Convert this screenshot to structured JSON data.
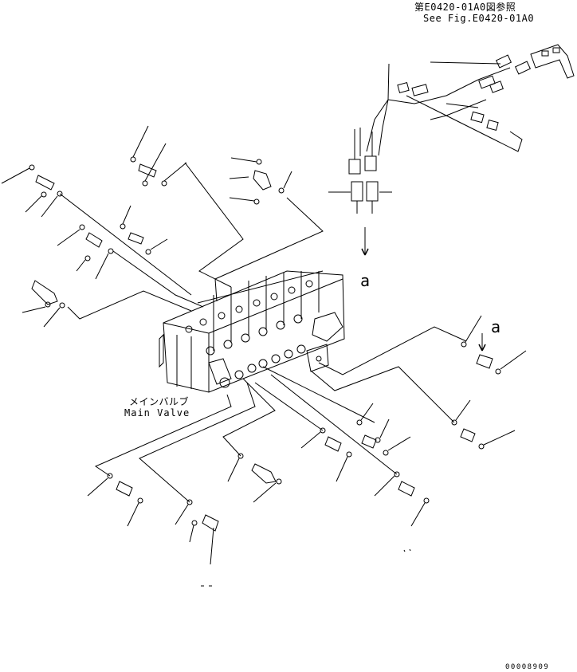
{
  "references": {
    "fig_ref_jp": "第E0420-01A0図参照",
    "fig_ref_en": "See Fig.E0420-01A0"
  },
  "main_valve": {
    "label_jp": "メインバルブ",
    "label_en": "Main Valve"
  },
  "markers": {
    "a_upper": "a",
    "a_right": "a"
  },
  "drawing_code": "00008909"
}
